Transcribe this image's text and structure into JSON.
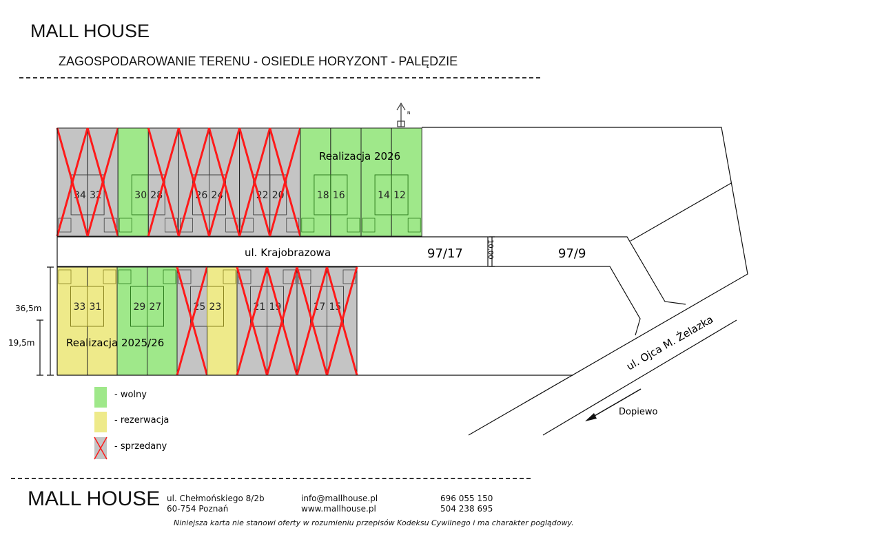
{
  "header": {
    "brand": "MALL HOUSE",
    "title": "ZAGOSPODAROWANIE TERENU - OSIEDLE HORYZONT - PALĘDZIE"
  },
  "colors": {
    "free": "#9fe88a",
    "reserved": "#eeea8a",
    "sold": "#c4c4c4",
    "cross": "#ff1a1a"
  },
  "top_row": [
    {
      "no": "34",
      "status": "sold"
    },
    {
      "no": "32",
      "status": "sold"
    },
    {
      "no": "30",
      "status": "free"
    },
    {
      "no": "28",
      "status": "sold"
    },
    {
      "no": "26",
      "status": "sold"
    },
    {
      "no": "24",
      "status": "sold"
    },
    {
      "no": "22",
      "status": "sold"
    },
    {
      "no": "20",
      "status": "sold"
    },
    {
      "no": "18",
      "status": "free"
    },
    {
      "no": "16",
      "status": "free"
    },
    {
      "no": "14",
      "status": "free"
    },
    {
      "no": "12",
      "status": "free"
    }
  ],
  "bottom_row": [
    {
      "no": "33",
      "status": "reserved"
    },
    {
      "no": "31",
      "status": "reserved"
    },
    {
      "no": "29",
      "status": "free"
    },
    {
      "no": "27",
      "status": "free"
    },
    {
      "no": "25",
      "status": "sold"
    },
    {
      "no": "23",
      "status": "reserved"
    },
    {
      "no": "21",
      "status": "sold"
    },
    {
      "no": "19",
      "status": "sold"
    },
    {
      "no": "17",
      "status": "sold"
    },
    {
      "no": "15",
      "status": "sold"
    }
  ],
  "labels": {
    "realizacja_top": "Realizacja 2026",
    "realizacja_bottom": "Realizacja 2025/26",
    "street_main": "ul. Krajobrazowa",
    "parcel_1": "97/17",
    "parcel_2": "97/9",
    "road_width": "10.00",
    "street_side": "ul. Ojca M. Żelazka",
    "direction": "Dopiewo",
    "dim_1": "36,5m",
    "dim_2": "19,5m",
    "north": "N"
  },
  "legend": [
    {
      "status": "free",
      "label": "- wolny"
    },
    {
      "status": "reserved",
      "label": "- rezerwacja"
    },
    {
      "status": "sold",
      "label": "- sprzedany"
    }
  ],
  "footer": {
    "brand": "MALL HOUSE",
    "address_1": "ul. Chełmońskiego 8/2b",
    "address_2": "60-754 Poznań",
    "email": "info@mallhouse.pl",
    "www": "www.mallhouse.pl",
    "phone_1": "696 055 150",
    "phone_2": "504 238 695",
    "disclaimer": "Niniejsza karta nie stanowi oferty w rozumieniu przepisów Kodeksu Cywilnego i ma charakter poglądowy."
  }
}
